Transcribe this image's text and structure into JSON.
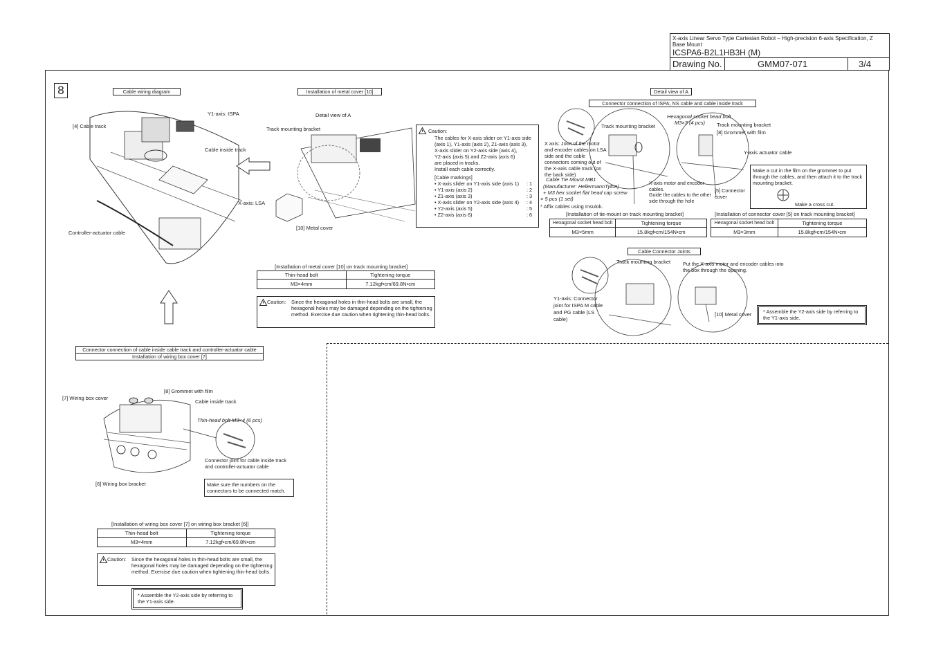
{
  "title_block": {
    "description": "X-axis Linear Servo Type Cartesian Robot – High-precision 6-axis Specification, Z Base Mount",
    "model": "ICSPA6-B2L1HB3H (M)",
    "drawing_label": "Drawing No.",
    "drawing_no": "GMM07-071",
    "sheet": "3/4"
  },
  "step_number": "8",
  "cable_wiring": {
    "heading": "Cable wiring diagram",
    "labels": {
      "cable_track": "[4] Cable track",
      "y1_axis": "Y1-axis: ISPA",
      "cable_inside": "Cable inside track",
      "x_axis": "X-axis: LSA",
      "controller_cable": "Controller-actuator cable"
    }
  },
  "metal_cover": {
    "heading": "Installation of metal cover [10]",
    "labels": {
      "detail_a": "Detail view of A",
      "track_bracket": "Track mounting bracket",
      "cover": "[10] Metal cover"
    },
    "table_title": "[Installation of metal cover [10] on track mounting bracket]",
    "table_headers": [
      "Thin-head bolt",
      "Tightening torque"
    ],
    "table_row": [
      "M3×4mm",
      "7.12kgf•cm/69.8N•cm"
    ],
    "caution_label": "Caution:",
    "caution_text": "Since the hexagonal holes in thin-head bolts are small, the hexagonal holes may be damaged depending on the tightening method. Exercise due caution when tightening thin-head bolts."
  },
  "caution_panel": {
    "label": "Caution:",
    "lines": [
      "The cables for X-axis slider on Y1-axis side",
      "(axis 1), Y1-axis (axis 2), Z1-axis (axis 3),",
      "X-axis slider on Y2-axis side (axis 4),",
      "Y2-axis (axis 5) and Z2-axis (axis 6)",
      "are placed in tracks.",
      "Install each cable correctly."
    ],
    "markings_title": "[Cable markings]",
    "markings": [
      {
        "name": "• X-axis slider on Y1-axis side (axis 1)",
        "value": ": 1"
      },
      {
        "name": "• Y1-axis (axis 2)",
        "value": ": 2"
      },
      {
        "name": "• Z1-axis (axis 3)",
        "value": ": 3"
      },
      {
        "name": "• X-axis slider on Y2-axis side (axis 4)",
        "value": ": 4"
      },
      {
        "name": "• Y2-axis (axis 5)",
        "value": ": 5"
      },
      {
        "name": "• Z2-axis (axis 6)",
        "value": ": 6"
      }
    ]
  },
  "detail_a": {
    "heading": "Detail view of A",
    "subheading": "Connector connection of ISPA, NS cable and cable inside track",
    "labels": {
      "track_bracket_1": "Track mounting bracket",
      "hex_bolt": "Hexagonal socket head bolt",
      "hex_bolt_qty": "M3×3 (4 pcs)",
      "track_bracket_2": "Track mounting bracket",
      "grommet": "[8] Grommet with film",
      "x_axis_joint": "X axis: Joint of the motor and encoder cables on LSA side and the cable connectors coming out of the X-axis cable track (on the back side)",
      "y_axis_cable": "Y-axis actuator cable",
      "tie_mount": "Cable Tie Mount MB1",
      "manufacturer": "(Manufacturer: HellermannTyton)",
      "screw": "+ M3 hex socket flat head cap screw",
      "screw_qty": "× 5 pcs (1 set)",
      "insulok": "* Affix cables using Insulok.",
      "x_motor": "X-axis motor and encoder cables.",
      "guide": "Guide the cables to the other side through the hole",
      "connector_cover": "[5] Connector cover"
    },
    "cut_note": "Make a cut in the film on the grommet to put through the cables, and then attach it to the track mounting bracket.",
    "cross_cut": "Make a cross cut.",
    "tie_table_title": "[Installation of tie-mount on track mounting bracket]",
    "tie_table_headers": [
      "Hexagonal socket head bolt",
      "Tightening torque"
    ],
    "tie_table_row": [
      "M3×5mm",
      "15.8kgf•cm/154N•cm"
    ],
    "cc_table_title": "[Installation of connector cover [5] on track mounting bracket]",
    "cc_table_headers": [
      "Hexagonal socket head bolt",
      "Tightening torque"
    ],
    "cc_table_row": [
      "M3×3mm",
      "15.8kgf•cm/154N•cm"
    ]
  },
  "connector_joints": {
    "heading": "Cable Connector Joints",
    "labels": {
      "track_bracket": "Track mounting bracket",
      "put_cables": "Put the X-axis motor and encoder cables into the box through the opening.",
      "y1_joint": "Y1-axis: Connector joint for ISPA M cable and PG cable (LS cable)",
      "metal_cover": "[10] Metal cover"
    },
    "note": "* Assemble the Y2-axis side by referring to the Y1-axis side."
  },
  "wiring_box": {
    "heading_1": "Connector connection of cable inside cable track and controller-actuator cable",
    "heading_2": "Installation of wiring box cover [7]",
    "labels": {
      "grommet": "[8] Grommet with film",
      "box_cover": "[7] Wiring box cover",
      "cable_inside": "Cable inside track",
      "thin_bolt": "Thin-head bolt M3×4 (6 pcs)",
      "connector_joint": "Connector joint for cable inside track and controller-actuator cable",
      "box_bracket": "[6] Wiring box bracket"
    },
    "numbers_note": "Make sure the numbers on the connectors to be connected match.",
    "table_title": "[Installation of wiring box cover [7] on wiring box bracket [6]]",
    "table_headers": [
      "Thin-head bolt",
      "Tightening torque"
    ],
    "table_row": [
      "M3×4mm",
      "7.12kgf•cm/69.8N•cm"
    ],
    "caution_label": "Caution:",
    "caution_text": "Since the hexagonal holes in thin-head bolts are small, the hexagonal holes may be damaged depending on the tightening method. Exercise due caution when tightening thin-head bolts.",
    "note": "* Assemble the Y2-axis side by referring to the Y1-axis side."
  }
}
